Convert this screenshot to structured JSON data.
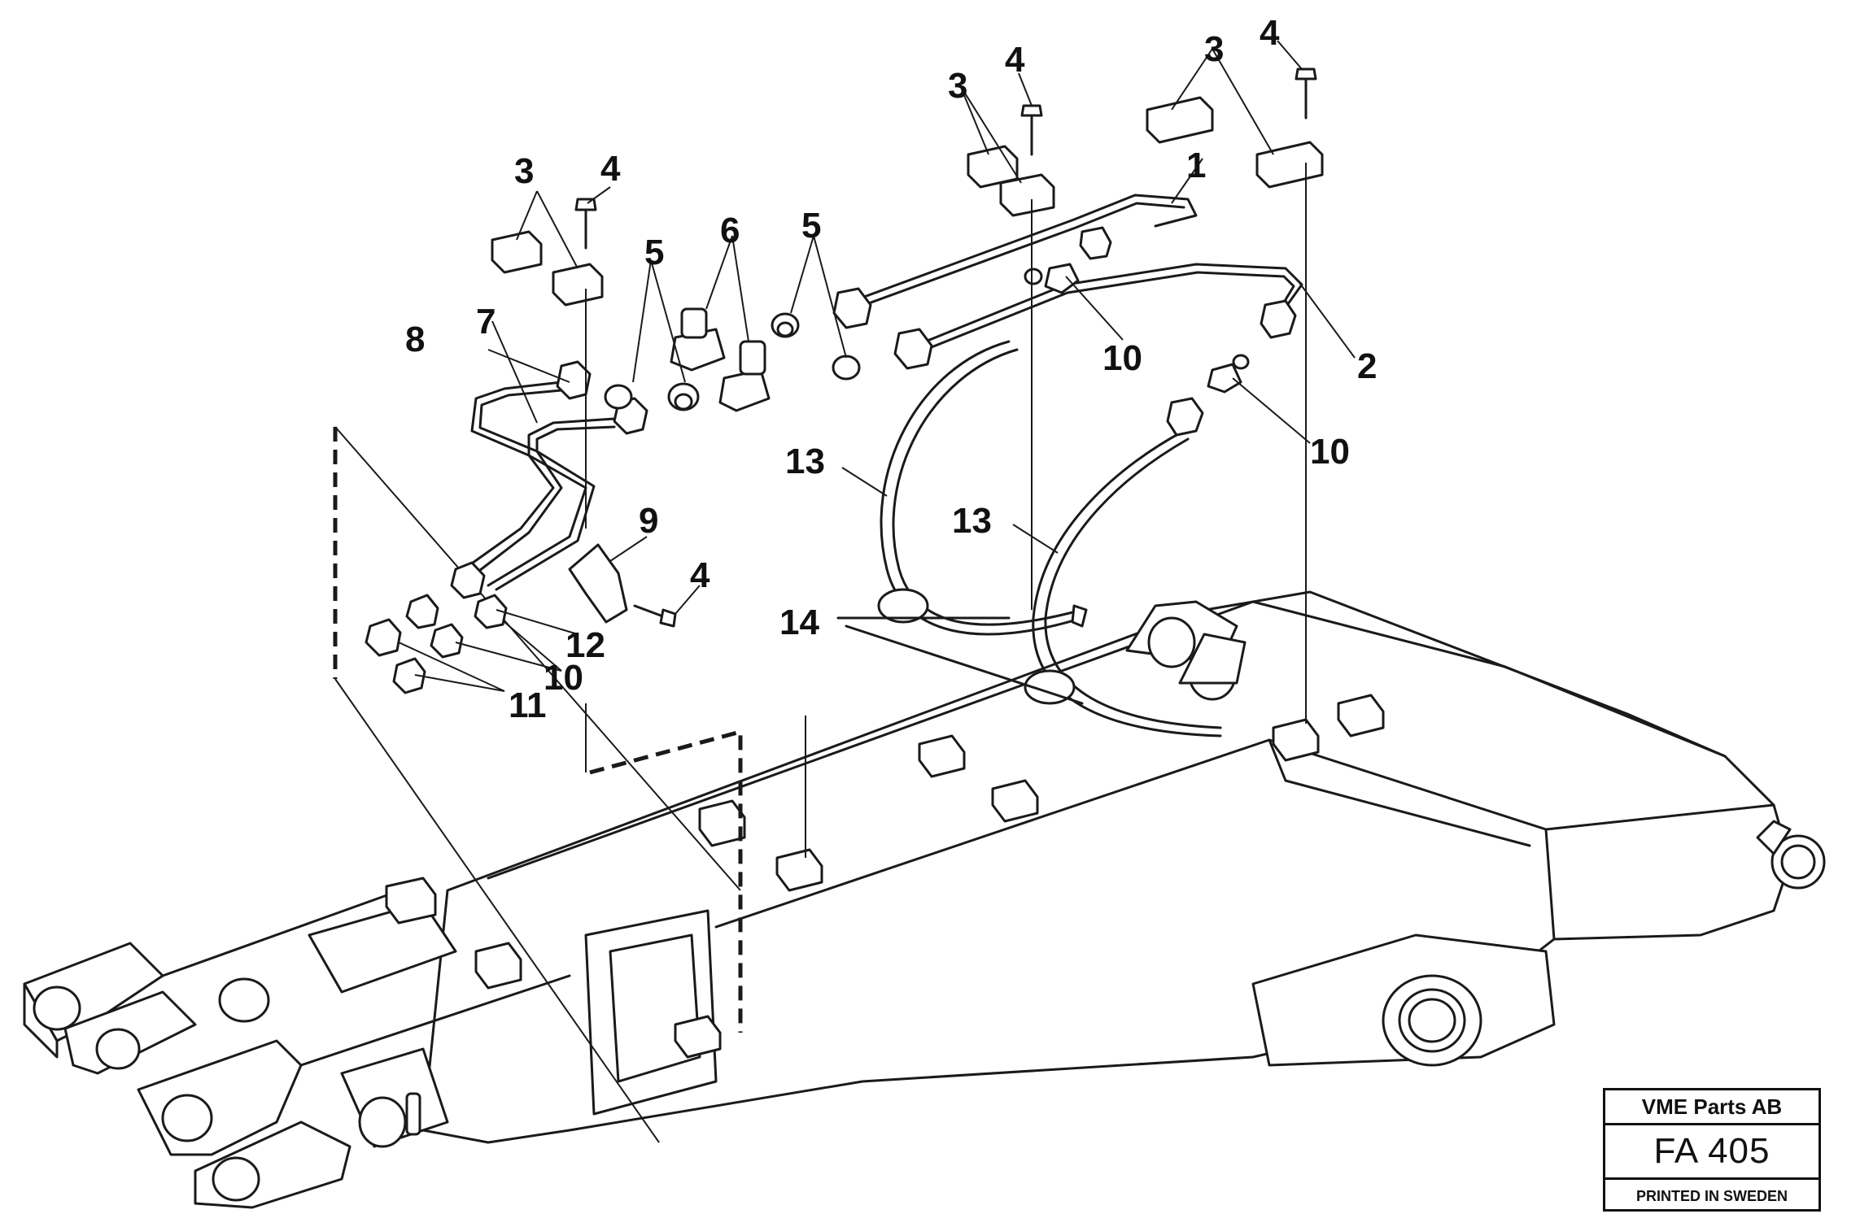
{
  "diagram": {
    "callouts": [
      "1",
      "2",
      "3",
      "4",
      "5",
      "6",
      "7",
      "8",
      "9",
      "10",
      "11",
      "12",
      "13",
      "14"
    ]
  },
  "title_block": {
    "company": "VME Parts AB",
    "drawing_number": "FA 405",
    "printed": "PRINTED IN SWEDEN"
  }
}
